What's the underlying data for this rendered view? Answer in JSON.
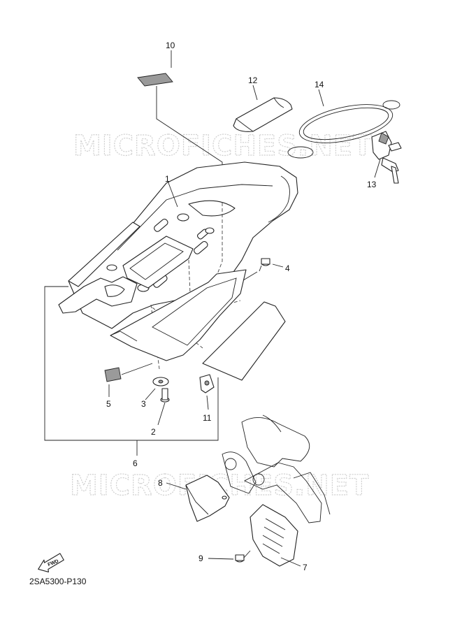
{
  "watermarks": [
    "MICROFICHES.NET",
    "MICROFICHES.NET"
  ],
  "callouts": {
    "c1": "1",
    "c2": "2",
    "c3": "3",
    "c4": "4",
    "c5": "5",
    "c6": "6",
    "c7": "7",
    "c8": "8",
    "c9": "9",
    "c10": "10",
    "c11": "11",
    "c12": "12",
    "c13": "13",
    "c14": "14"
  },
  "fwd_label": "FWD",
  "diagram_code": "2SA5300-P130"
}
